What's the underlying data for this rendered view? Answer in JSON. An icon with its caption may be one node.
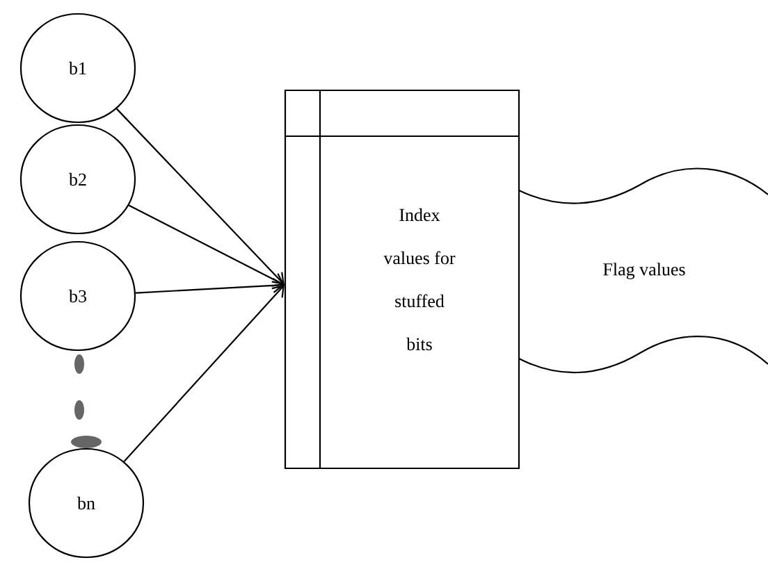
{
  "diagram": {
    "nodes": [
      {
        "text": [
          "b1"
        ]
      },
      {
        "text": [
          "b2"
        ]
      },
      {
        "text": [
          "b3"
        ]
      },
      {
        "text": [
          "bn"
        ]
      },
      {
        "text": [
          "Index values for stuffed bits"
        ]
      },
      {
        "text": [
          "Flag values"
        ]
      }
    ],
    "edges": [
      {
        "from": 0,
        "to": 4,
        "arrow": "to"
      },
      {
        "from": 1,
        "to": 4,
        "arrow": "to"
      },
      {
        "from": 2,
        "to": 4,
        "arrow": "to"
      },
      {
        "from": 3,
        "to": 4,
        "arrow": "to"
      }
    ]
  }
}
